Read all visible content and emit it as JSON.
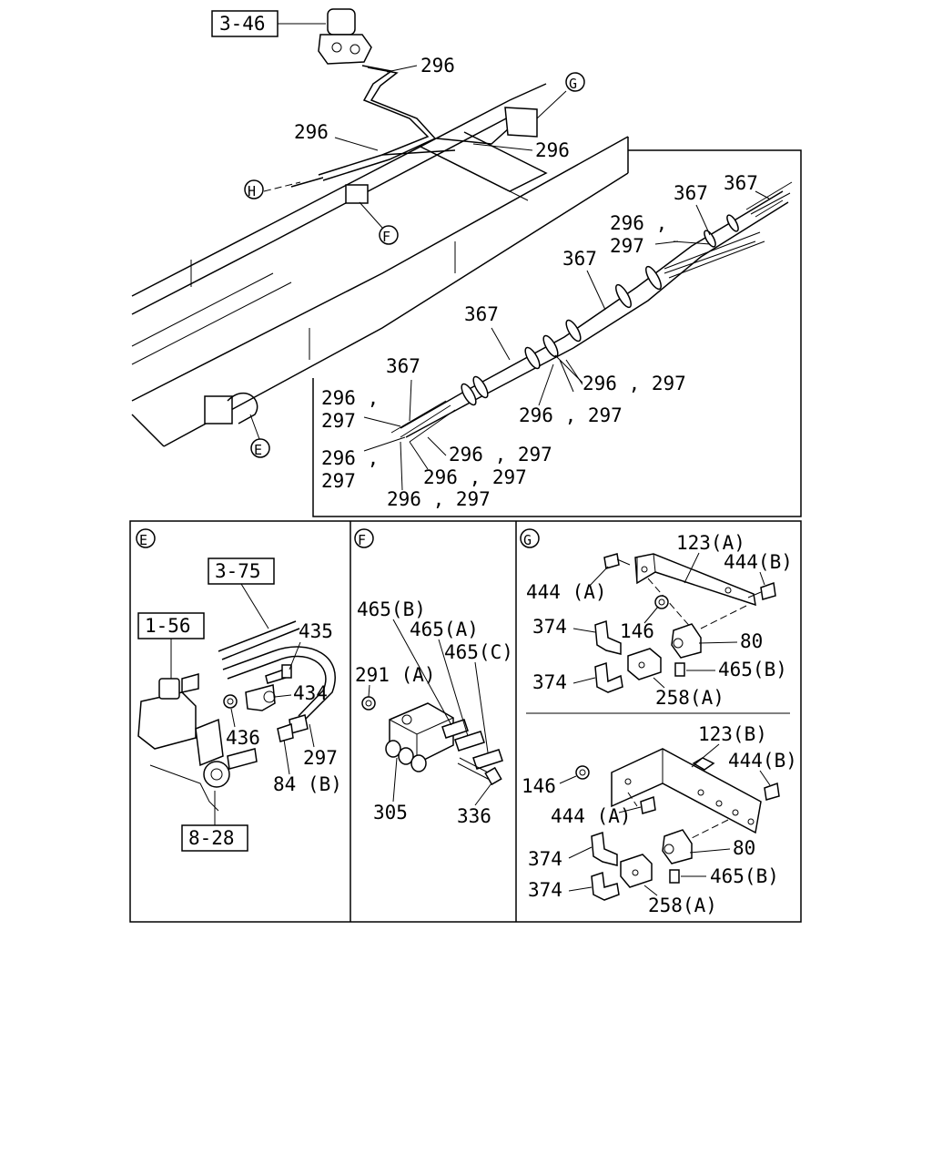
{
  "refs": {
    "ref_3_46": "3-46",
    "ref_3_75": "3-75",
    "ref_1_56": "1-56",
    "ref_8_28": "8-28"
  },
  "markers": {
    "E": "E",
    "F": "F",
    "G": "G",
    "H": "H"
  },
  "overview": {
    "l296a": "296",
    "l296b": "296",
    "l296c": "296"
  },
  "harness": {
    "l367a": "367",
    "l367b": "367",
    "l367c": "367",
    "l367d": "367",
    "l367e": "367",
    "l296_comma_a": "296 ,",
    "l297_a": "297",
    "l296_297_a": "296 , 297",
    "l296_297_b": "296 , 297",
    "l296_comma_b": "296 ,",
    "l297_b": "297",
    "l296_comma_c": "296 ,",
    "l297_c": "297",
    "l296_297_c": "296 , 297",
    "l296_297_d": "296 , 297",
    "l296_297_e": "296 , 297"
  },
  "panel_e": {
    "l435": "435",
    "l434": "434",
    "l436": "436",
    "l297": "297",
    "l84b": "84 (B)"
  },
  "panel_f": {
    "l465b": "465(B)",
    "l465a": "465(A)",
    "l465c": "465(C)",
    "l291a": "291 (A)",
    "l305": "305",
    "l336": "336"
  },
  "panel_g": {
    "l123a": "123(A)",
    "l444b_1": "444(B)",
    "l444a_1": "444 (A)",
    "l374_1": "374",
    "l146_1": "146",
    "l80_1": "80",
    "l374_2": "374",
    "l465b_1": "465(B)",
    "l258a_1": "258(A)",
    "l123b": "123(B)",
    "l146_2": "146",
    "l444b_2": "444(B)",
    "l444a_2": "444 (A)",
    "l374_3": "374",
    "l80_2": "80",
    "l374_4": "374",
    "l465b_2": "465(B)",
    "l258a_2": "258(A)"
  }
}
